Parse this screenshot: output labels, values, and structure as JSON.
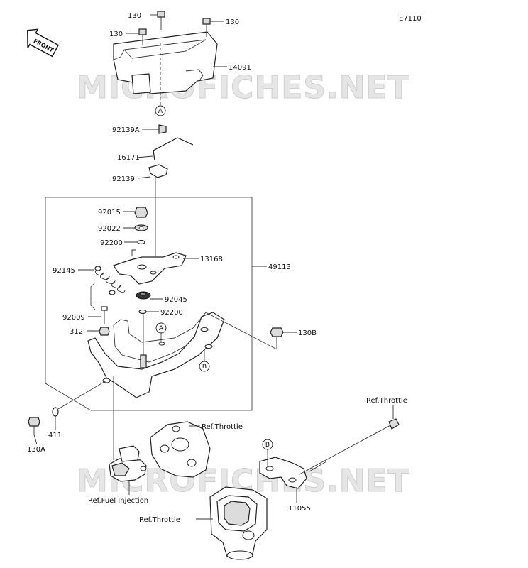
{
  "diagram_code": "E7110",
  "front_label": "FRONT",
  "watermark": "MICROFICHES.NET",
  "callout_a": "A",
  "callout_b": "B",
  "parts": {
    "p130_top": "130",
    "p130_left": "130",
    "p130_right": "130",
    "p14091": "14091",
    "p92139A": "92139A",
    "p16171": "16171",
    "p92139": "92139",
    "p92015": "92015",
    "p92022": "92022",
    "p92200_a": "92200",
    "p13168": "13168",
    "p49113": "49113",
    "p92145": "92145",
    "p92045": "92045",
    "p92200_b": "92200",
    "p92009": "92009",
    "p312": "312",
    "p130B": "130B",
    "p130A": "130A",
    "p411": "411",
    "p11055": "11055"
  },
  "refs": {
    "throttle_upper": "Ref.Throttle",
    "throttle_right": "Ref.Throttle",
    "fuel_injection": "Ref.Fuel Injection",
    "throttle_lower": "Ref.Throttle"
  }
}
